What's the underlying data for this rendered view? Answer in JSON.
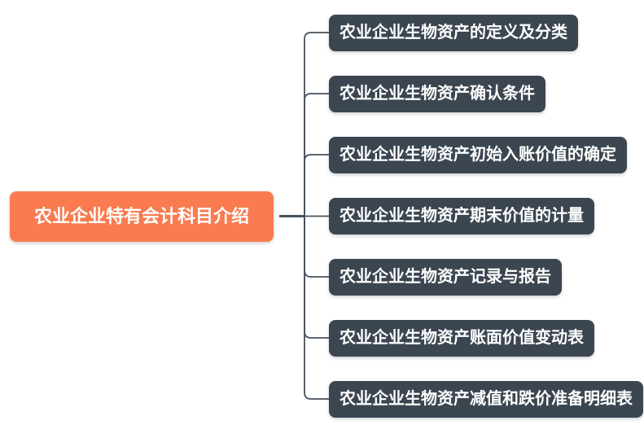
{
  "root": {
    "label": "农业企业特有会计科目介绍"
  },
  "branches": [
    {
      "label": "农业企业生物资产的定义及分类"
    },
    {
      "label": "农业企业生物资产确认条件"
    },
    {
      "label": "农业企业生物资产初始入账价值的确定"
    },
    {
      "label": "农业企业生物资产期末价值的计量"
    },
    {
      "label": "农业企业生物资产记录与报告"
    },
    {
      "label": "农业企业生物资产账面价值变动表"
    },
    {
      "label": "农业企业生物资产减值和跌价准备明细表"
    }
  ],
  "colors": {
    "root_bg": "#f97b4f",
    "node_bg": "#3b4651",
    "line": "#46525e",
    "text": "#ffffff",
    "background": "#ffffff"
  }
}
